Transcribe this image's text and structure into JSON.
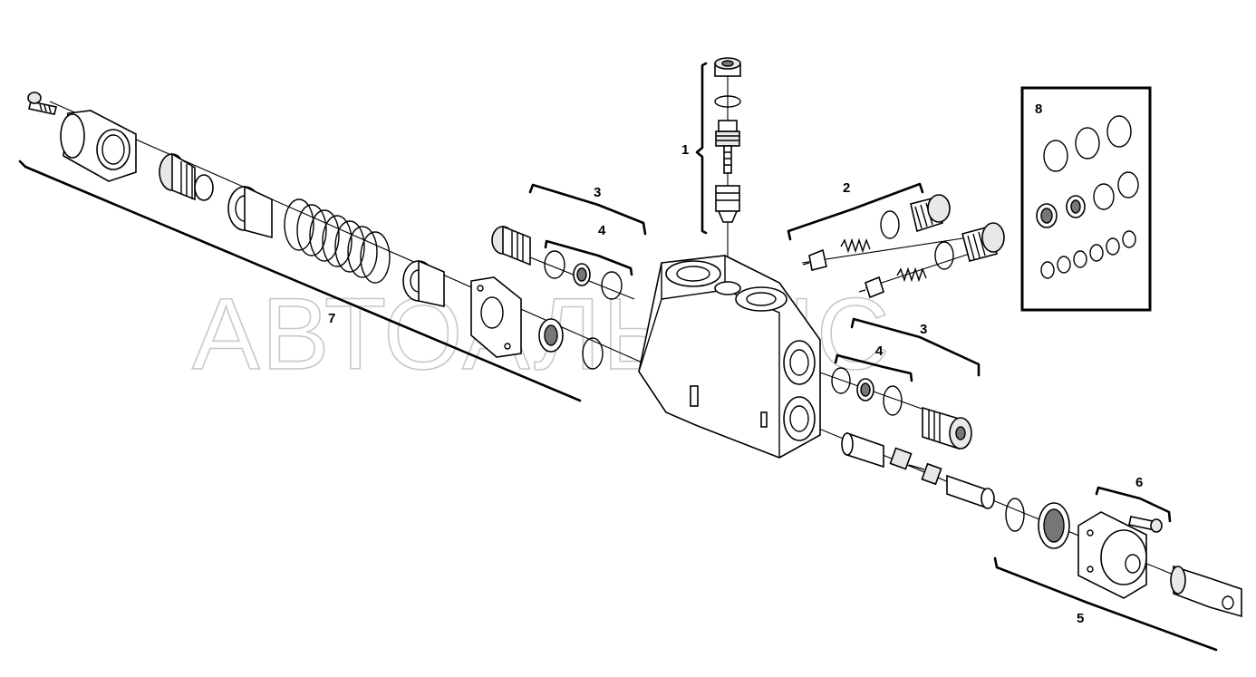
{
  "watermark": "АВТОАЛЬЯНС",
  "callouts": {
    "c1": "1",
    "c2": "2",
    "c3a": "3",
    "c3b": "3",
    "c4a": "4",
    "c4b": "4",
    "c5": "5",
    "c6": "6",
    "c7": "7",
    "c8": "8"
  }
}
